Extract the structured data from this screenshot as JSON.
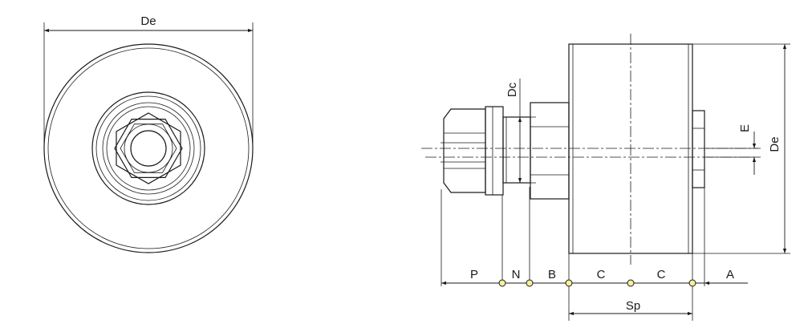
{
  "front_view": {
    "diameter_label": "De"
  },
  "side_view": {
    "dimension_labels": {
      "outer_diameter": "De",
      "stud_diameter": "Dc",
      "eccentricity": "E",
      "span": "Sp"
    },
    "bottom_segments": [
      "P",
      "N",
      "B",
      "C",
      "C",
      "A"
    ]
  },
  "colors": {
    "line": "#1a1a1a",
    "node_fill": "#f5ef9a",
    "background": "#ffffff"
  }
}
